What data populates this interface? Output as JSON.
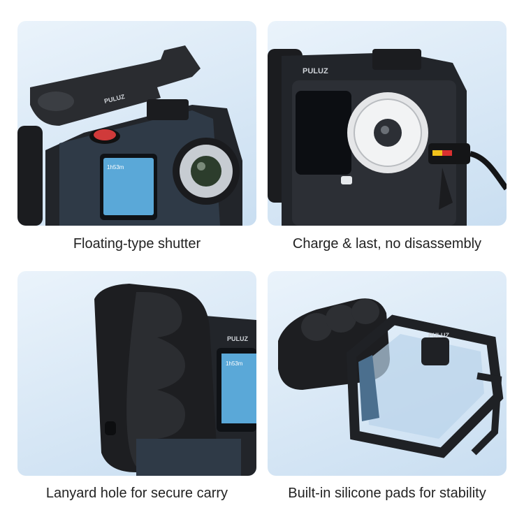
{
  "brand": "PULUZ",
  "screen_time": "1h53m",
  "panels": [
    {
      "caption": "Floating-type shutter"
    },
    {
      "caption": "Charge & last, no disassembly"
    },
    {
      "caption": "Lanyard hole for secure carry"
    },
    {
      "caption": "Built-in silicone pads for stability"
    }
  ]
}
